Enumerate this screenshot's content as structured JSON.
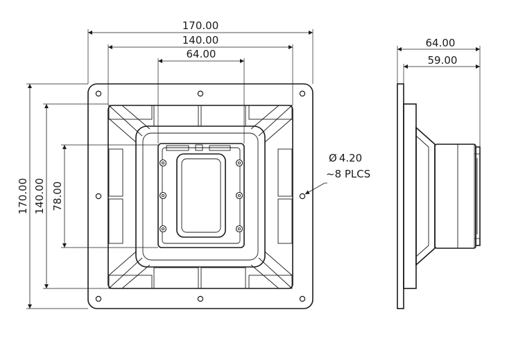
{
  "front_view": {
    "dims_horizontal": [
      "170.00",
      "140.00",
      "64.00"
    ],
    "dims_vertical": [
      "170.00",
      "140.00",
      "78.00"
    ],
    "hole_callout": {
      "diameter": "4.20",
      "count": "~8 PLCS",
      "diameter_symbol": "Ø"
    }
  },
  "side_view": {
    "dims_horizontal": [
      "64.00",
      "59.00"
    ]
  },
  "colors": {
    "line": "#1a1a1a",
    "background": "#ffffff"
  }
}
